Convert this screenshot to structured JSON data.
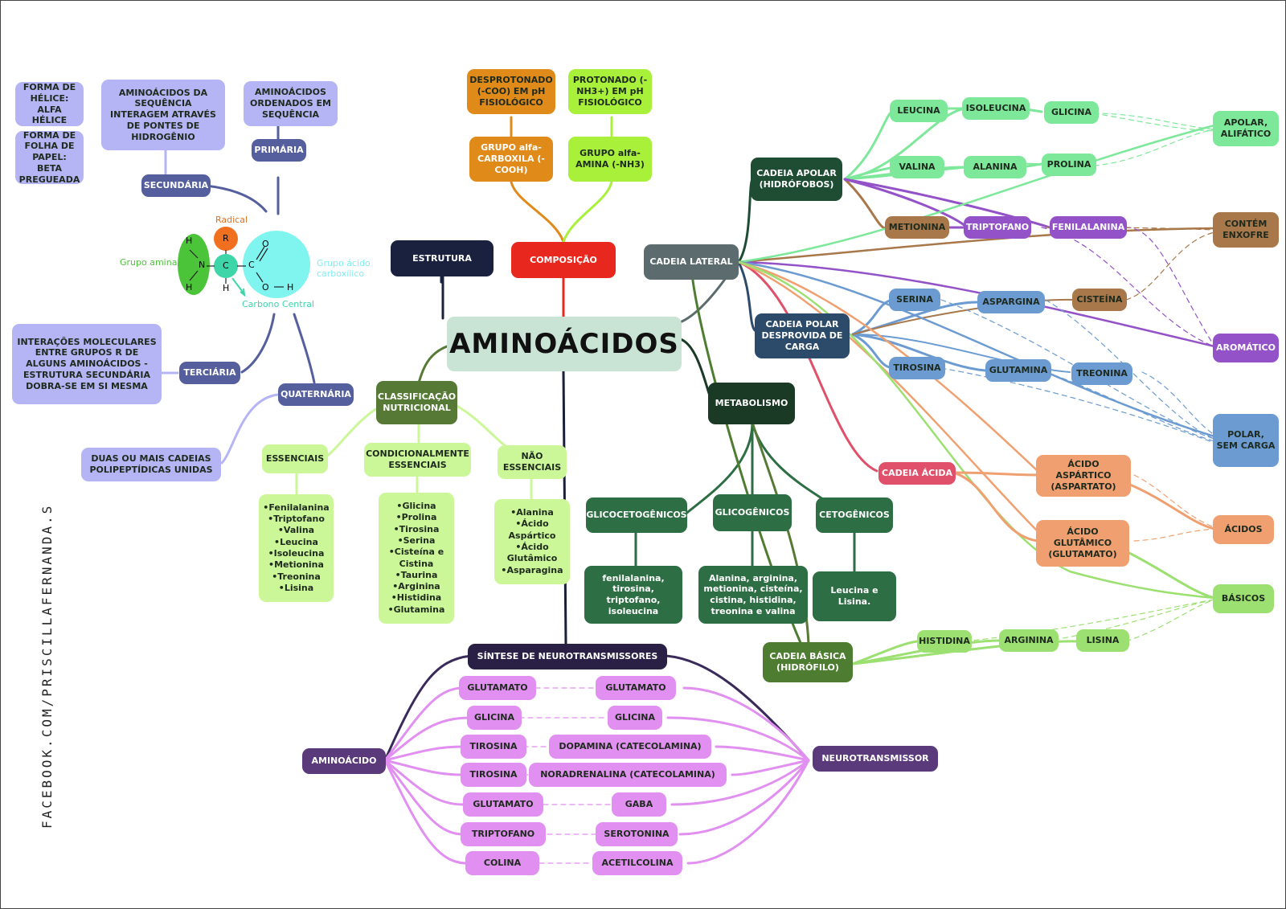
{
  "center": "AMINOÁCIDOS",
  "watermark": "FACEBOOK.COM/PRISCILLAFERNANDA.S",
  "estrutura": {
    "label": "ESTRUTURA",
    "primaria": "PRIMÁRIA",
    "primaria_desc": "AMINOÁCIDOS ORDENADOS EM SEQUÊNCIA",
    "secundaria": "SECUNDÁRIA",
    "secundaria_desc": "AMINOÁCIDOS DA SEQUÊNCIA INTERAGEM ATRAVÉS DE PONTES DE HIDROGÊNIO",
    "helice": "FORMA DE HÉLICE: ALFA HÉLICE",
    "folha": "FORMA DE FOLHA DE PAPEL: BETA PREGUEADA",
    "terciaria": "TERCIÁRIA",
    "terciaria_desc": "INTERAÇÕES MOLECULARES ENTRE GRUPOS R DE ALGUNS AMINOÁCIDOS - ESTRUTURA SECUNDÁRIA DOBRA-SE EM SI MESMA",
    "quaternaria": "QUATERNÁRIA",
    "quaternaria_desc": "DUAS OU MAIS CADEIAS POLIPEPTÍDICAS UNIDAS"
  },
  "molecule": {
    "radical": "Radical",
    "grupo_amina": "Grupo amina",
    "grupo_acido": "Grupo ácido carboxílico",
    "carbono": "Carbono Central",
    "atoms": {
      "h": "H",
      "n": "N",
      "c": "C",
      "r": "R",
      "o": "O"
    }
  },
  "composicao": {
    "label": "COMPOSIÇÃO",
    "carboxila": "GRUPO alfa-CARBOXILA (-COOH)",
    "amina": "GRUPO alfa-AMINA (-NH3)",
    "desprotonado": "DESPROTONADO (-COO) EM pH FISIOLÓGICO",
    "protonado": "PROTONADO (-NH3+) EM pH FISIOLÓGICO"
  },
  "classificacao": {
    "label": "CLASSIFICAÇÃO NUTRICIONAL",
    "essenciais": "ESSENCIAIS",
    "essenciais_list": [
      "•Fenilalanina",
      "•Triptofano",
      "•Valina",
      "•Leucina",
      "•Isoleucina",
      "•Metionina",
      "•Treonina",
      "•Lisina"
    ],
    "condicional": "CONDICIONALMENTE ESSENCIAIS",
    "condicional_list": [
      "•Glicina",
      "•Prolina",
      "•Tirosina",
      "•Serina",
      "•Cisteína e Cistina",
      "•Taurina",
      "•Arginina",
      "•Histidina",
      "•Glutamina"
    ],
    "nao": "NÃO ESSENCIAIS",
    "nao_list": [
      "•Alanina",
      "•Ácido Aspártico",
      "•Ácido Glutâmico",
      "•Asparagina"
    ]
  },
  "metabolismo": {
    "label": "METABOLISMO",
    "glicocetogenicos": "GLICOCETOGÊNICOS",
    "glicocetogenicos_desc": "fenilalanina, tirosina, triptofano, isoleucina",
    "glicogenicos": "GLICOGÊNICOS",
    "glicogenicos_desc": "Alanina, arginina, metionina, cisteína, cistina, histidina, treonina e valina",
    "cetogenicos": "CETOGÊNICOS",
    "cetogenicos_desc": "Leucina e Lisina."
  },
  "cadeia": {
    "label": "CADEIA LATERAL",
    "apolar": "CADEIA APOLAR (HIDRÓFOBOS)",
    "polar": "CADEIA POLAR DESPROVIDA DE CARGA",
    "acida": "CADEIA ÁCIDA",
    "basica": "CADEIA BÁSICA (HIDRÓFILO)",
    "leucina": "LEUCINA",
    "isoleucina": "ISOLEUCINA",
    "glicina": "GLICINA",
    "valina": "VALINA",
    "alanina": "ALANINA",
    "prolina": "PROLINA",
    "metionina": "METIONINA",
    "triptofano": "TRIPTOFANO",
    "fenilalanina": "FENILALANINA",
    "serina": "SERINA",
    "aspargina": "ASPARGINA",
    "cisteina": "CISTEÍNA",
    "tirosina": "TIROSINA",
    "glutamina": "GLUTAMINA",
    "treonina": "TREONINA",
    "aspartico": "ÁCIDO ASPÁRTICO (ASPARTATO)",
    "glutamico": "ÁCIDO GLUTÂMICO (GLUTAMATO)",
    "histidina": "HISTIDINA",
    "arginina": "ARGININA",
    "lisina": "LISINA",
    "cat_apolar": "APOLAR, ALIFÁTICO",
    "cat_enxofre": "CONTÉM ENXOFRE",
    "cat_aromatico": "AROMÁTICO",
    "cat_polar": "POLAR, SEM CARGA",
    "cat_acidos": "ÁCIDOS",
    "cat_basicos": "BÁSICOS"
  },
  "sintese": {
    "label": "SÍNTESE DE NEUROTRANSMISSORES",
    "aminoacido": "AMINOÁCIDO",
    "neuro": "NEUROTRANSMISSOR",
    "pairs": [
      {
        "a": "GLUTAMATO",
        "b": "GLUTAMATO"
      },
      {
        "a": "GLICINA",
        "b": "GLICINA"
      },
      {
        "a": "TIROSINA",
        "b": "DOPAMINA (CATECOLAMINA)"
      },
      {
        "a": "TIROSINA",
        "b": "NORADRENALINA (CATECOLAMINA)"
      },
      {
        "a": "GLUTAMATO",
        "b": "GABA"
      },
      {
        "a": "TRIPTOFANO",
        "b": "SEROTONINA"
      },
      {
        "a": "COLINA",
        "b": "ACETILCOLINA"
      }
    ]
  },
  "colors": {
    "navy": "#19213f",
    "red": "#e8281e",
    "green_dark": "#567a35",
    "slate": "#5c6b6d",
    "metab": "#1b3a25",
    "purple": "#5a3a7a",
    "pink": "#e18ff0",
    "lav": "#b5b5f5",
    "lav_dark": "#555f9e"
  }
}
